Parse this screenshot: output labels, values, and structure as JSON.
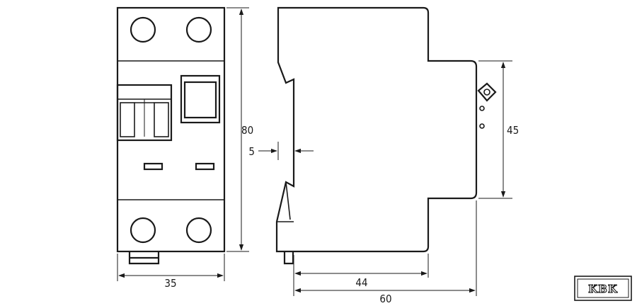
{
  "dimensions": {
    "front_width": "35",
    "front_height": "80",
    "rail_offset": "5",
    "side_height": "45",
    "side_depth_front": "44",
    "side_depth_total": "60"
  },
  "logo": {
    "text": "KBK"
  }
}
